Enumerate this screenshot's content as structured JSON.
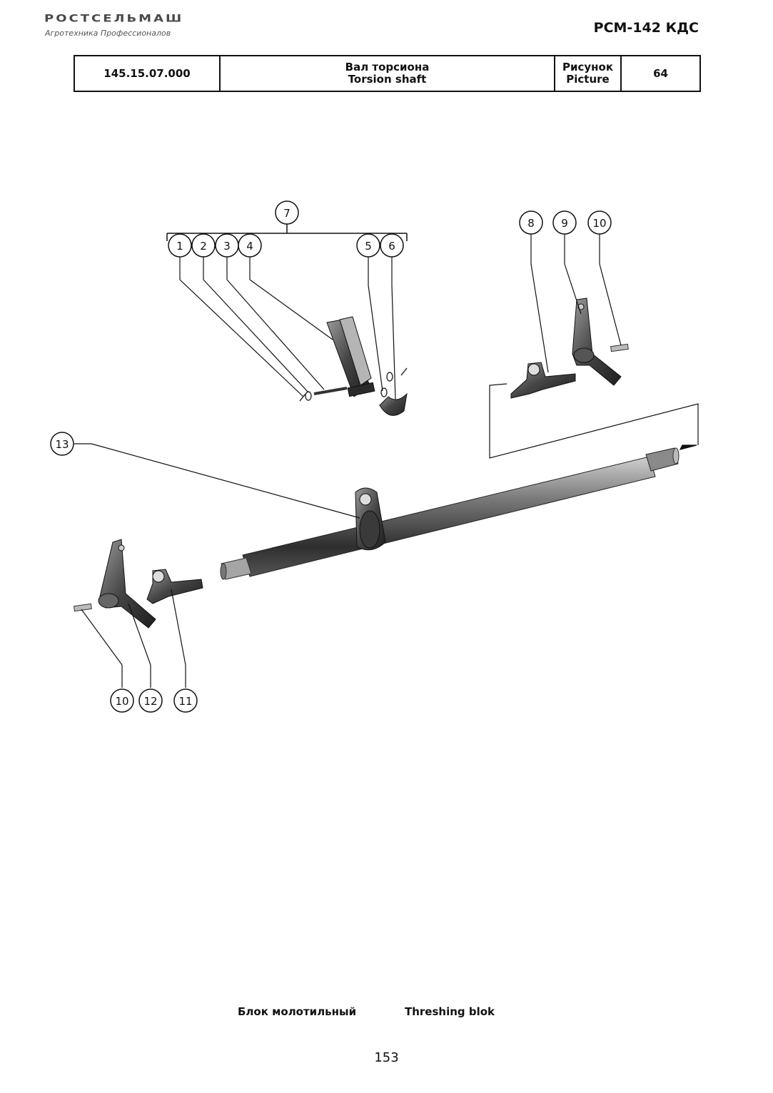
{
  "header": {
    "logo_text": "РОСТСЕЛЬМАШ",
    "logo_subtitle": "Агротехника Профессионалов",
    "model": "РСМ-142 КДС"
  },
  "title_block": {
    "part_number": "145.15.07.000",
    "name_ru": "Вал торсиона",
    "name_en": "Torsion shaft",
    "picture_label_ru": "Рисунок",
    "picture_label_en": "Picture",
    "picture_number": "64"
  },
  "callouts": [
    "7",
    "1",
    "2",
    "3",
    "4",
    "5",
    "6",
    "8",
    "9",
    "10",
    "13",
    "10",
    "12",
    "11"
  ],
  "footer": {
    "section_ru": "Блок молотильный",
    "section_en": "Threshing blok",
    "page_number": "153"
  },
  "colors": {
    "line": "#111111",
    "part_dark": "#2b2b2b",
    "part_mid": "#5a5a5a",
    "part_light": "#9a9a9a"
  }
}
